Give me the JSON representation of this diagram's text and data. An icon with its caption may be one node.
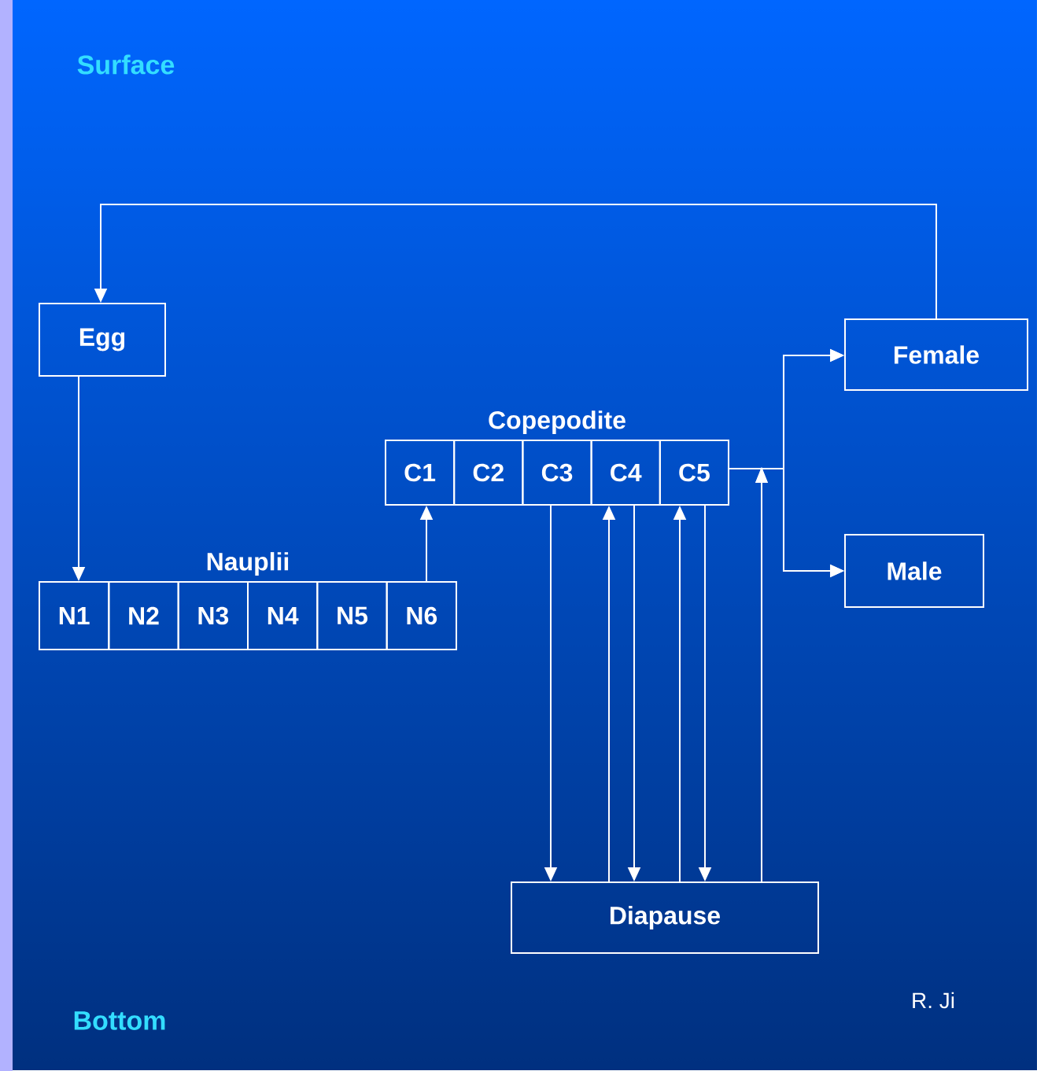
{
  "diagram": {
    "nodes": [
      {
        "text": [
          "Egg"
        ]
      },
      {
        "text": [
          "Nauplii"
        ]
      },
      {
        "text": [
          "N1"
        ],
        "in": 1
      },
      {
        "text": [
          "N2"
        ],
        "in": 1
      },
      {
        "text": [
          "N3"
        ],
        "in": 1
      },
      {
        "text": [
          "N4"
        ],
        "in": 1
      },
      {
        "text": [
          "N5"
        ],
        "in": 1
      },
      {
        "text": [
          "N6"
        ],
        "in": 1
      },
      {
        "text": [
          "Copepodite"
        ]
      },
      {
        "text": [
          "C1"
        ],
        "in": 8
      },
      {
        "text": [
          "C2"
        ],
        "in": 8
      },
      {
        "text": [
          "C3"
        ],
        "in": 8
      },
      {
        "text": [
          "C4"
        ],
        "in": 8
      },
      {
        "text": [
          "C5"
        ],
        "in": 8
      },
      {
        "text": [
          "Female"
        ]
      },
      {
        "text": [
          "Male"
        ]
      },
      {
        "text": [
          "Diapause"
        ]
      }
    ],
    "edges": [
      {
        "from": 14,
        "to": 0,
        "arrow": "to"
      },
      {
        "from": 0,
        "to": 2,
        "arrow": "to"
      },
      {
        "from": 7,
        "to": 9,
        "arrow": "to"
      },
      {
        "from": 13,
        "to": 14,
        "arrow": "to"
      },
      {
        "from": 13,
        "to": 15,
        "arrow": "to"
      },
      {
        "from": 11,
        "to": 16,
        "arrow": "to"
      },
      {
        "from": 16,
        "to": 12,
        "arrow": "to"
      },
      {
        "from": 12,
        "to": 16,
        "arrow": "to"
      },
      {
        "from": 16,
        "to": 13,
        "arrow": "to"
      },
      {
        "from": 13,
        "to": 16,
        "arrow": "to"
      },
      {
        "from": 16,
        "to": 14,
        "arrow": "to"
      },
      {
        "from": 16,
        "to": 15,
        "arrow": "to"
      }
    ],
    "labels": [
      "Surface",
      "Bottom",
      "R. Ji"
    ]
  }
}
